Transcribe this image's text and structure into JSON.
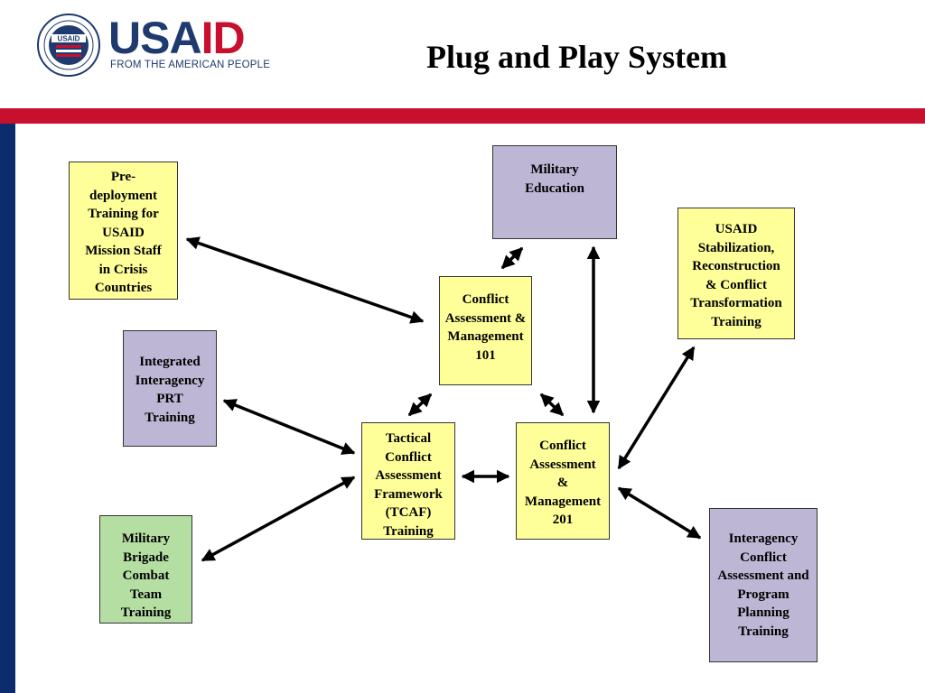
{
  "header": {
    "brand_usa": "USA",
    "brand_id": "ID",
    "tagline": "FROM THE AMERICAN PEOPLE",
    "seal_text": "USAID",
    "title": "Plug and Play System"
  },
  "colors": {
    "navy": "#1f3a6e",
    "red": "#c8102e",
    "yellow": "#ffff99",
    "purple": "#bdb6d4",
    "green": "#b5dea3",
    "sidebar": "#0d2c6b"
  },
  "diagram": {
    "nodes": [
      {
        "id": "pre-deployment",
        "label": "Pre-\ndeployment\nTraining for\nUSAID\nMission Staff\nin Crisis\nCountries",
        "fill": "yellow"
      },
      {
        "id": "military-education",
        "label": "Military\nEducation",
        "fill": "purple"
      },
      {
        "id": "usaid-stabilization",
        "label": "USAID\nStabilization,\nReconstruction\n& Conflict\nTransformation\nTraining",
        "fill": "yellow"
      },
      {
        "id": "cam-101",
        "label": "Conflict\nAssessment &\nManagement\n101",
        "fill": "yellow"
      },
      {
        "id": "integrated-prt",
        "label": "Integrated\nInteragency\nPRT\nTraining",
        "fill": "purple"
      },
      {
        "id": "tcaf",
        "label": "Tactical\nConflict\nAssessment\nFramework\n(TCAF)\nTraining",
        "fill": "yellow"
      },
      {
        "id": "cam-201",
        "label": "Conflict\nAssessment\n&\nManagement\n201",
        "fill": "yellow"
      },
      {
        "id": "military-brigade",
        "label": "Military\nBrigade\nCombat\nTeam\nTraining",
        "fill": "green"
      },
      {
        "id": "interagency-conflict",
        "label": "Interagency\nConflict\nAssessment and\nProgram\nPlanning\nTraining",
        "fill": "purple"
      }
    ],
    "edges": [
      {
        "from": "pre-deployment",
        "to": "cam-101"
      },
      {
        "from": "military-education",
        "to": "cam-101"
      },
      {
        "from": "military-education",
        "to": "cam-201"
      },
      {
        "from": "cam-101",
        "to": "tcaf"
      },
      {
        "from": "cam-101",
        "to": "cam-201"
      },
      {
        "from": "integrated-prt",
        "to": "tcaf"
      },
      {
        "from": "tcaf",
        "to": "cam-201"
      },
      {
        "from": "military-brigade",
        "to": "tcaf"
      },
      {
        "from": "cam-201",
        "to": "usaid-stabilization"
      },
      {
        "from": "cam-201",
        "to": "interagency-conflict"
      }
    ]
  }
}
